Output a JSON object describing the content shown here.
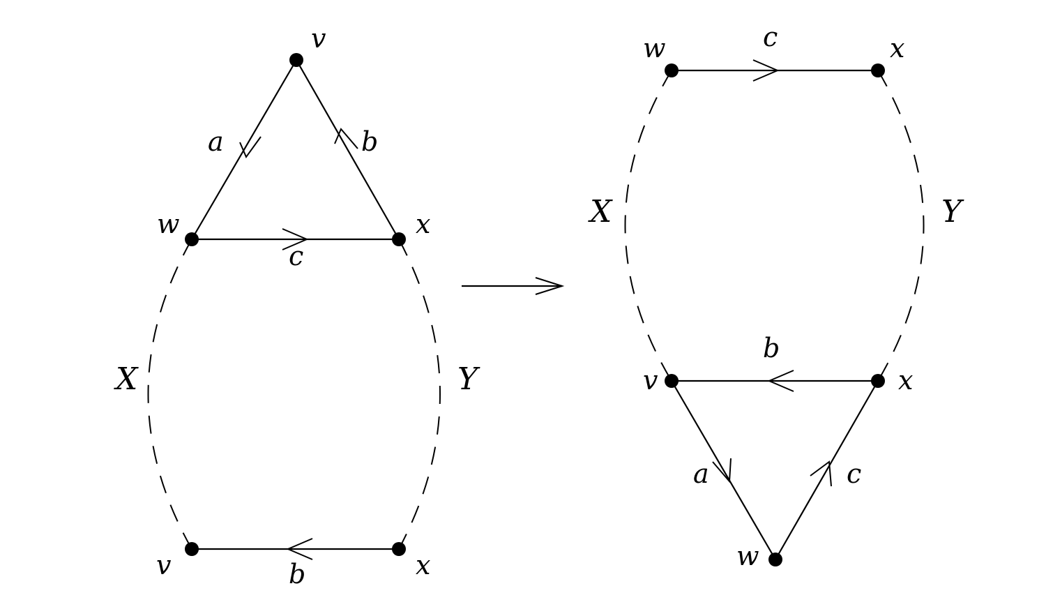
{
  "left_graph": {
    "vertices": {
      "top": "v",
      "left": "w",
      "right": "x",
      "bottom_left": "v",
      "bottom_right": "x"
    },
    "edges": {
      "top_left": "a",
      "top_right": "b",
      "middle": "c",
      "bottom": "b"
    },
    "regions": {
      "left": "X",
      "right": "Y"
    }
  },
  "right_graph": {
    "vertices": {
      "top_left": "w",
      "top_right": "x",
      "middle_left": "v",
      "middle_right": "x",
      "bottom": "w"
    },
    "edges": {
      "top": "c",
      "middle": "b",
      "bottom_left": "a",
      "bottom_right": "c"
    },
    "regions": {
      "left": "X",
      "right": "Y"
    }
  }
}
